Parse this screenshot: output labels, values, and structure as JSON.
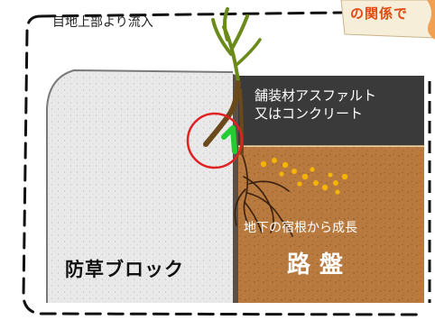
{
  "labels": {
    "top_caption": "目地上部より流入",
    "asphalt": [
      "舗装材アスファルト",
      "又はコンクリート"
    ],
    "roots": "地下の宿根から成長",
    "roadbed": "路盤",
    "block": "防草ブロック",
    "banner": "の関係で"
  },
  "colors": {
    "frame_dash": "#111111",
    "block_fill": "#e9e9e9",
    "asphalt_fill": "#3a3a3a",
    "roadbed_fill": "#b97a3f",
    "highlight_circle": "#e02222",
    "sprout_mark": "#22cc33",
    "seed_dots": "#f5b400",
    "weed_stem": "#6a4a1a",
    "weed_leaves": "#6a8a1a",
    "banner_text": "#e04a10"
  }
}
